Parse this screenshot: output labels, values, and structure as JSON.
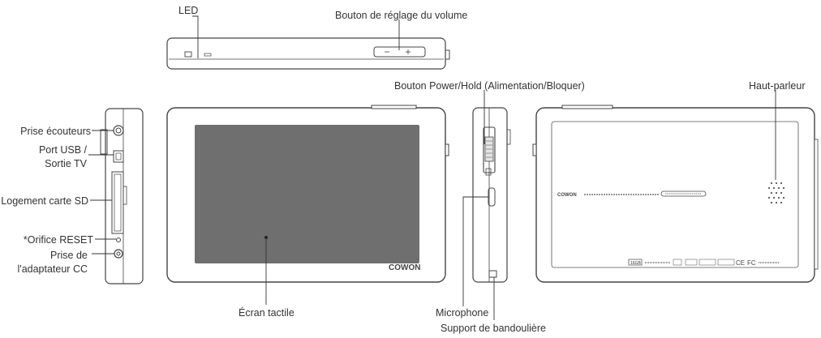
{
  "labels": {
    "led": "LED",
    "volume_button": "Bouton de réglage du volume",
    "power_hold": "Bouton Power/Hold (Alimentation/Bloquer)",
    "speaker": "Haut-parleur",
    "headphone_jack": "Prise écouteurs",
    "usb_line1": "Port USB /",
    "usb_line2": "Sortie TV",
    "sd_slot": "Logement carte SD",
    "reset_hole": "*Orifice RESET",
    "dc_line1": "Prise de",
    "dc_line2": "l'adaptateur CC",
    "touchscreen": "Écran tactile",
    "microphone": "Microphone",
    "strap_holder": "Support de bandoulière"
  },
  "device": {
    "brand": "COWON",
    "back_brand": "COWON",
    "capacity_badge": "16GB"
  },
  "colors": {
    "outline": "#444444",
    "screen": "#6f6f6f",
    "leader": "#333333"
  }
}
